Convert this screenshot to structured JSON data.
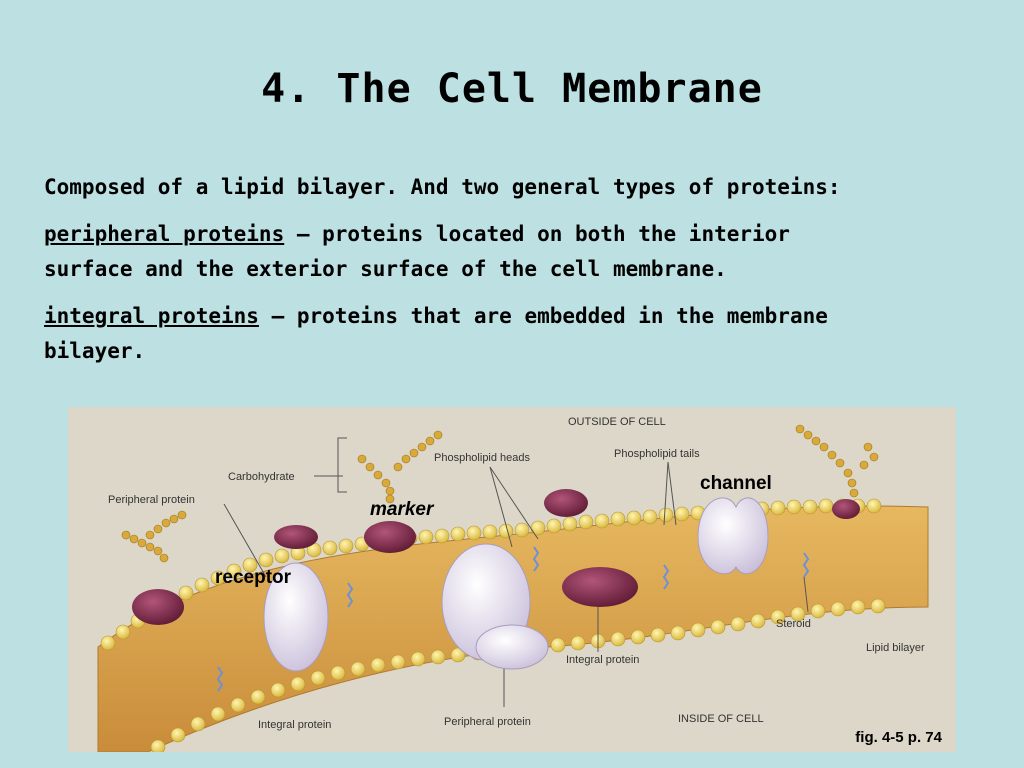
{
  "slide": {
    "title": "4. The Cell Membrane",
    "intro": "Composed of a lipid bilayer. And two general types of proteins:",
    "peripheral": {
      "term": "peripheral proteins",
      "definition_line1": " – proteins located on both the interior",
      "definition_line2": "surface and the exterior surface of the cell membrane."
    },
    "integral": {
      "term": "integral proteins",
      "definition_line1": " – proteins that are embedded in the membrane",
      "definition_line2": "bilayer."
    }
  },
  "figure": {
    "labels": {
      "outside": "OUTSIDE OF CELL",
      "inside": "INSIDE OF CELL",
      "carbohydrate": "Carbohydrate",
      "peripheral_protein_top": "Peripheral protein",
      "phospholipid_heads": "Phospholipid heads",
      "phospholipid_tails": "Phospholipid tails",
      "steroid": "Steroid",
      "integral_protein_right": "Integral protein",
      "lipid_bilayer": "Lipid bilayer",
      "integral_protein_bottom": "Integral protein",
      "peripheral_protein_bottom": "Peripheral protein"
    },
    "annotations": {
      "channel": "channel",
      "marker": "marker",
      "receptor": "receptor"
    },
    "caption": "fig. 4-5  p. 74"
  },
  "colors": {
    "background": "#bde0e3",
    "membrane_core": "#d9a44a",
    "phospholipid_head": "#e8cf4f",
    "protein_purple": "#7d2a45",
    "protein_lavender": "#e3dcef",
    "carbohydrate": "#d9a93a"
  }
}
